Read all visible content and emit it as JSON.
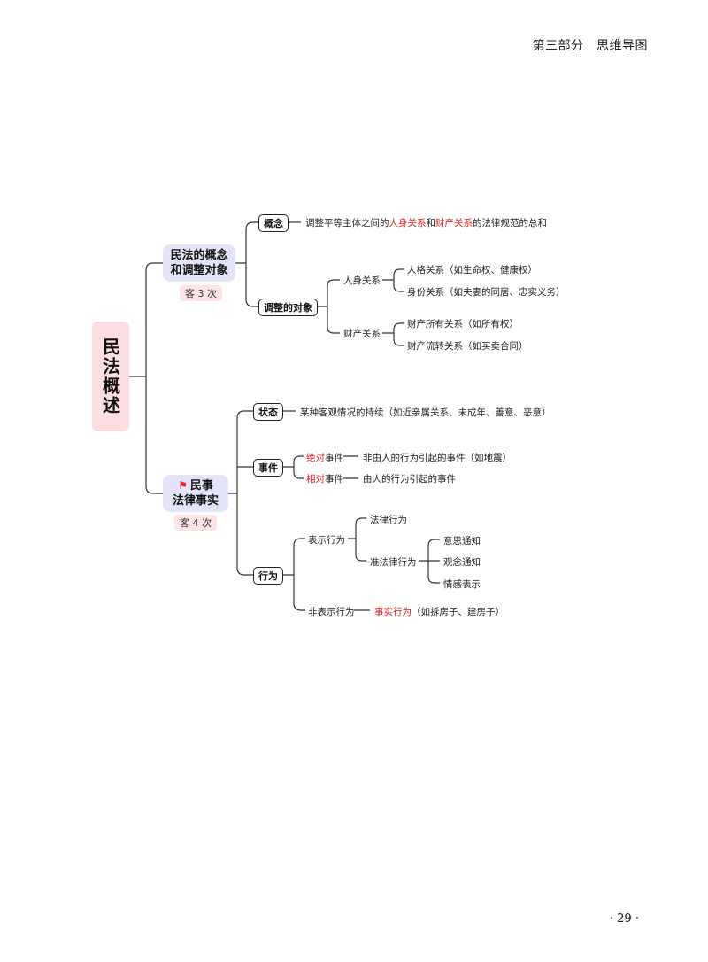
{
  "header": "第三部分　思维导图",
  "page_number": "· 29 ·",
  "root": "民法概述",
  "branch1": {
    "title_line1": "民法的概念",
    "title_line2": "和调整对象",
    "badge": "客 3 次",
    "concept": {
      "label": "概念",
      "def_part1": "调整平等主体之间的",
      "def_red1": "人身关系",
      "def_and": "和",
      "def_red2": "财产关系",
      "def_part2": "的法律规范的总和"
    },
    "objects": {
      "label": "调整的对象",
      "personal": {
        "label": "人身关系",
        "items": [
          "人格关系（如生命权、健康权）",
          "身份关系（如夫妻的同居、忠实义务）"
        ]
      },
      "property": {
        "label": "财产关系",
        "items": [
          "财产所有关系（如所有权）",
          "财产流转关系（如买卖合同）"
        ]
      }
    }
  },
  "branch2": {
    "flag_icon": "red-flag",
    "title_line1": "民事",
    "title_line2": "法律事实",
    "badge": "客 4 次",
    "state": {
      "label": "状态",
      "desc": "某种客观情况的持续（如近亲属关系、未成年、善意、恶意）"
    },
    "event": {
      "label": "事件",
      "absolute_red": "绝对",
      "absolute_word": "事件",
      "absolute_desc": "非由人的行为引起的事件（如地震）",
      "relative_red": "相对",
      "relative_word": "事件",
      "relative_desc": "由人的行为引起的事件"
    },
    "act": {
      "label": "行为",
      "expressive": {
        "label": "表示行为",
        "legal_act": "法律行为",
        "quasi": {
          "label": "准法律行为",
          "items": [
            "意思通知",
            "观念通知",
            "情感表示"
          ]
        }
      },
      "non_expressive": {
        "label": "非表示行为",
        "red": "事实行为",
        "desc": "（如拆房子、建房子）"
      }
    }
  },
  "colors": {
    "accent_red": "#e02020",
    "root_bg": "#fbdde2",
    "node_bg": "#e3e4f8",
    "badge_bg": "#fde4e6"
  }
}
